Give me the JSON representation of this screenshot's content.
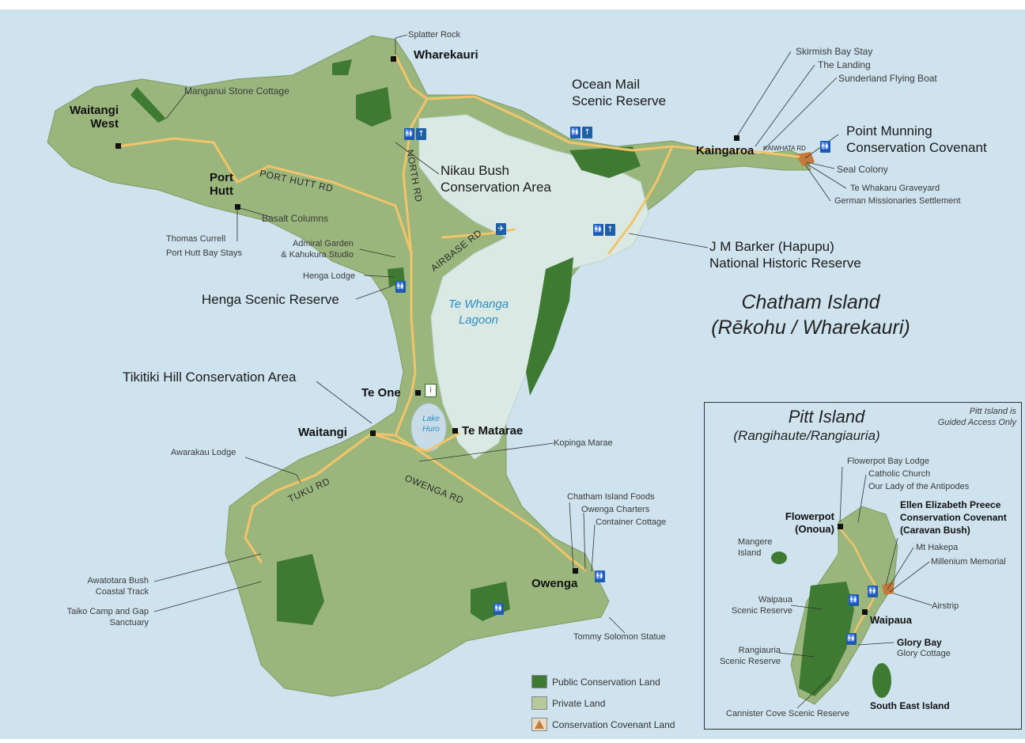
{
  "title": {
    "line1": "Chatham Island",
    "line2": "(Rēkohu / Wharekauri)"
  },
  "colors": {
    "sea": "#cfe3ee",
    "land": "#9bb67d",
    "conservation": "#3f7a32",
    "lagoon": "#dbe9e4",
    "road": "#f2c46a",
    "icon": "#1f5fa8"
  },
  "places": {
    "wharekauri": "Wharekauri",
    "waitangi_west_1": "Waitangi",
    "waitangi_west_2": "West",
    "port_hutt_1": "Port",
    "port_hutt_2": "Hutt",
    "kaingaroa": "Kaingaroa",
    "te_one": "Te One",
    "waitangi": "Waitangi",
    "te_matarae": "Te Matarae",
    "owenga": "Owenga"
  },
  "labels": {
    "splatter_rock": "Splatter Rock",
    "manganui": "Manganui Stone Cottage",
    "skirmish": "Skirmish Bay Stay",
    "the_landing": "The Landing",
    "sunderland": "Sunderland Flying Boat",
    "seal_colony": "Seal Colony",
    "graveyard": "Te Whakaru Graveyard",
    "missionaries": "German Missionaries Settlement",
    "basalt": "Basalt Columns",
    "thomas_currell": "Thomas Currell",
    "port_hutt_bay": "Port Hutt Bay Stays",
    "admiral_1": "Admiral Garden",
    "admiral_2": "& Kahukura Studio",
    "henga_lodge": "Henga Lodge",
    "awarakau": "Awarakau Lodge",
    "kopinga": "Kopinga Marae",
    "chatham_foods": "Chatham Island Foods",
    "owenga_charters": "Owenga Charters",
    "container": "Container Cottage",
    "awatotara_1": "Awatotara Bush",
    "awatotara_2": "Coastal Track",
    "taiko_1": "Taiko Camp and Gap",
    "taiko_2": "Sanctuary",
    "tommy": "Tommy Solomon Statue"
  },
  "reserves": {
    "ocean_mail_1": "Ocean Mail",
    "ocean_mail_2": "Scenic Reserve",
    "point_munning_1": "Point Munning",
    "point_munning_2": "Conservation Covenant",
    "nikau_1": "Nikau Bush",
    "nikau_2": "Conservation Area",
    "jm_barker_1": "J M Barker (Hapupu)",
    "jm_barker_2": "National Historic Reserve",
    "henga": "Henga Scenic Reserve",
    "tikitiki": "Tikitiki Hill Conservation Area"
  },
  "roads": {
    "port_hutt": "PORT HUTT RD",
    "north": "NORTH RD",
    "airbase": "AIRBASE RD",
    "tuku": "TUKU RD",
    "owenga": "OWENGA RD",
    "kaiwhata": "KAIWHATA RD"
  },
  "lakes": {
    "te_whanga_1": "Te Whanga",
    "te_whanga_2": "Lagoon",
    "huro_1": "Lake",
    "huro_2": "Huro"
  },
  "inset": {
    "title": "Pitt Island",
    "subtitle": "(Rangihaute/Rangiauria)",
    "note_1": "Pitt Island is",
    "note_2": "Guided Access Only",
    "flowerpot_lodge": "Flowerpot Bay Lodge",
    "catholic": "Catholic Church",
    "our_lady": "Our Lady of the Antipodes",
    "ellen_1": "Ellen Elizabeth Preece",
    "ellen_2": "Conservation Covenant",
    "ellen_3": "(Caravan Bush)",
    "flowerpot_1": "Flowerpot",
    "flowerpot_2": "(Onoua)",
    "mangere_1": "Mangere",
    "mangere_2": "Island",
    "mt_hakepa": "Mt Hakepa",
    "millenium": "Millenium Memorial",
    "waipaua_sr_1": "Waipaua",
    "waipaua_sr_2": "Scenic Reserve",
    "airstrip": "Airstrip",
    "waipaua": "Waipaua",
    "rangiauria_1": "Rangiauria",
    "rangiauria_2": "Scenic Reserve",
    "glory_bay": "Glory Bay",
    "glory_cottage": "Glory Cottage",
    "cannister": "Cannister Cove Scenic Reserve",
    "south_east": "South East Island"
  },
  "legend": [
    {
      "label": "Public Conservation Land",
      "color": "#3f7a32"
    },
    {
      "label": "Private Land",
      "color": "#b5c99a"
    },
    {
      "label": "Conservation Covenant Land",
      "color": "#c47a3a"
    }
  ],
  "icons": {
    "toilet": "🚻",
    "walk": "↑",
    "airport": "✈",
    "info": "i"
  }
}
